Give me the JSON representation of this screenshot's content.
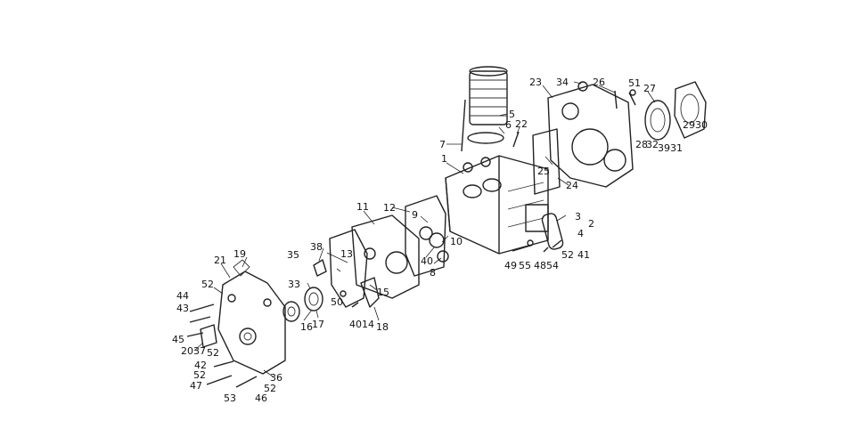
{
  "diagram": {
    "labels": [
      "1",
      "2",
      "3",
      "4",
      "5",
      "6",
      "7",
      "8",
      "9",
      "10",
      "11",
      "12",
      "13",
      "14",
      "15",
      "16",
      "17",
      "18",
      "19",
      "20",
      "21",
      "22",
      "23",
      "24",
      "25",
      "26",
      "27",
      "28",
      "29",
      "30",
      "31",
      "32",
      "33",
      "34",
      "35",
      "36",
      "37",
      "38",
      "39",
      "40",
      "41",
      "42",
      "43",
      "44",
      "45",
      "46",
      "47",
      "48",
      "49",
      "50",
      "51",
      "52",
      "53",
      "54",
      "55"
    ]
  }
}
